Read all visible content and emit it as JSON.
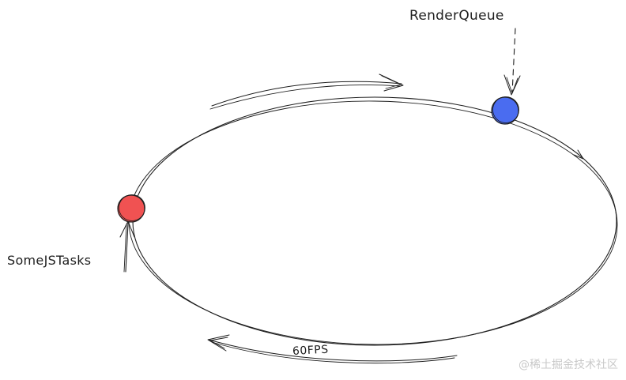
{
  "diagram": {
    "render_queue_label": "RenderQueue",
    "js_tasks_label": "SomeJSTasks",
    "fps_label": "60FPS",
    "colors": {
      "render_queue_dot": "#4a6cf0",
      "js_tasks_dot": "#f05252",
      "stroke": "#1e1e1e"
    }
  },
  "watermark": {
    "text": "@稀土掘金技术社区"
  }
}
